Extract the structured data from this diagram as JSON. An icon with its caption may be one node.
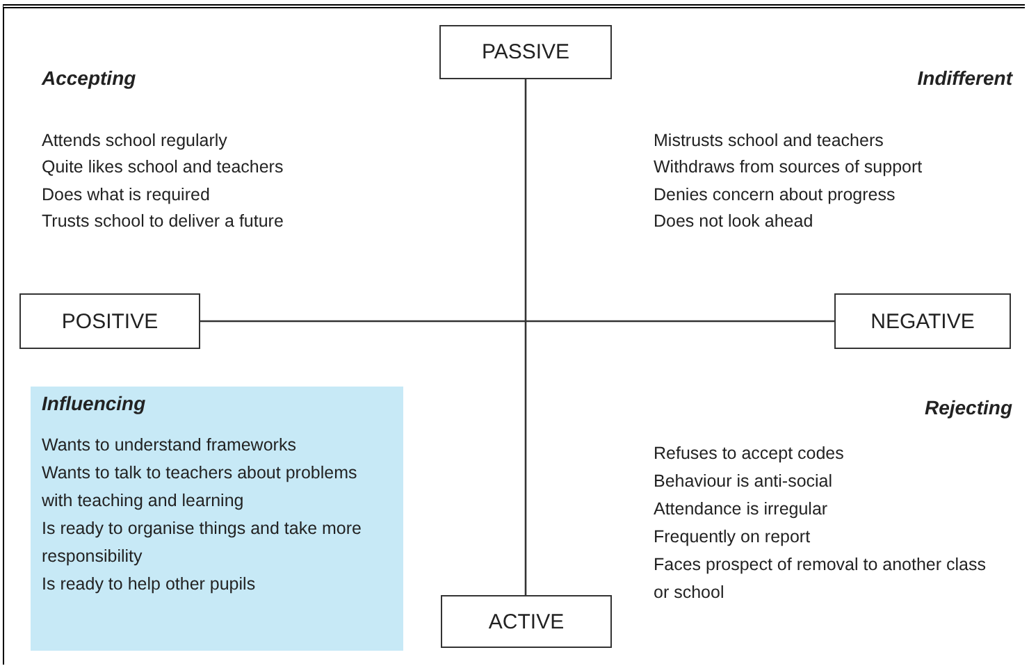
{
  "diagram": {
    "nodes": [
      {
        "text": [
          "PASSIVE"
        ]
      },
      {
        "text": [
          "POSITIVE"
        ]
      },
      {
        "text": [
          "NEGATIVE"
        ]
      },
      {
        "text": [
          "ACTIVE"
        ]
      },
      {
        "text": [
          "Influencing",
          "Wants to understand frameworks",
          "Wants to talk to teachers about problems with teaching and learning",
          "Is ready to organise things and take more responsibility",
          "Is ready to help other pupils"
        ]
      }
    ],
    "edges": [
      {
        "from": 0,
        "to": 3,
        "arrow": "none"
      },
      {
        "from": 1,
        "to": 2,
        "arrow": "none"
      }
    ],
    "labels": [
      "Accepting",
      "Attends school regularly",
      "Quite likes school and teachers",
      "Does what is required",
      "Trusts school to deliver a future",
      "Indifferent",
      "Mistrusts school and teachers",
      "Withdraws from sources of support",
      "Denies concern about progress",
      "Does not look ahead",
      "Rejecting",
      "Refuses to accept codes",
      "Behaviour is anti-social",
      "Attendance is irregular",
      "Frequently on report",
      "Faces prospect of removal to another class or school"
    ]
  }
}
